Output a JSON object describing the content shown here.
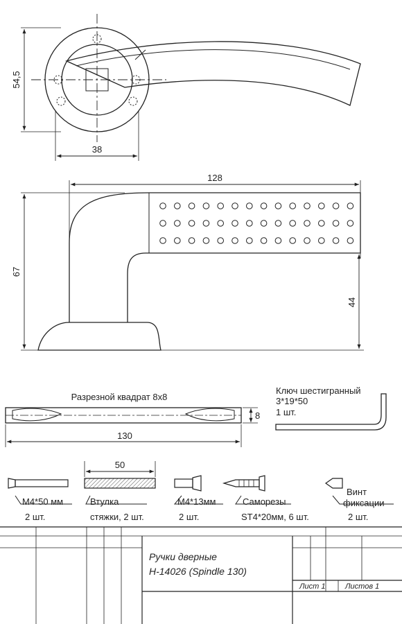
{
  "rosette_view": {
    "dim_height": "54,5",
    "dim_width": "38"
  },
  "side_view": {
    "dim_length": "128",
    "dim_height": "67",
    "dim_axis": "44"
  },
  "square_bar": {
    "label": "Разрезной квадрат 8x8",
    "dim_length": "130",
    "dim_section": "8"
  },
  "hex_key": {
    "name": "Ключ шестигранный",
    "size": "3*19*50",
    "qty": "1 шт."
  },
  "parts": {
    "bolt_m4_50": {
      "name": "М4*50 мм",
      "qty": "2 шт."
    },
    "sleeve": {
      "dim": "50",
      "name": "Втулка",
      "qty": "стяжки, 2 шт."
    },
    "bolt_m4_13": {
      "name": "М4*13мм",
      "qty": "2 шт."
    },
    "screws": {
      "name": "Саморезы",
      "qty": "ST4*20мм, 6 шт."
    },
    "set_screw": {
      "name_line1": "Винт",
      "name_line2": "фиксации",
      "qty": "2 шт."
    }
  },
  "title_block": {
    "title_line1": "Ручки дверные",
    "title_line2": "Н-14026 (Spindle 130)",
    "sheet": "Лист 1",
    "sheets": "Листов 1"
  }
}
